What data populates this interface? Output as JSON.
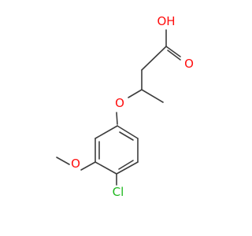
{
  "molecule": {
    "atoms": {
      "oh": {
        "text": "OH",
        "color": "#ff0d0d"
      },
      "carbonyl_o": {
        "text": "O",
        "color": "#ff0d0d"
      },
      "ether_o": {
        "text": "O",
        "color": "#ff0d0d"
      },
      "methoxy_o": {
        "text": "O",
        "color": "#ff0d0d"
      },
      "cl": {
        "text": "Cl",
        "color": "#1fb81f"
      }
    },
    "bond_color": "#3d3d3d"
  }
}
